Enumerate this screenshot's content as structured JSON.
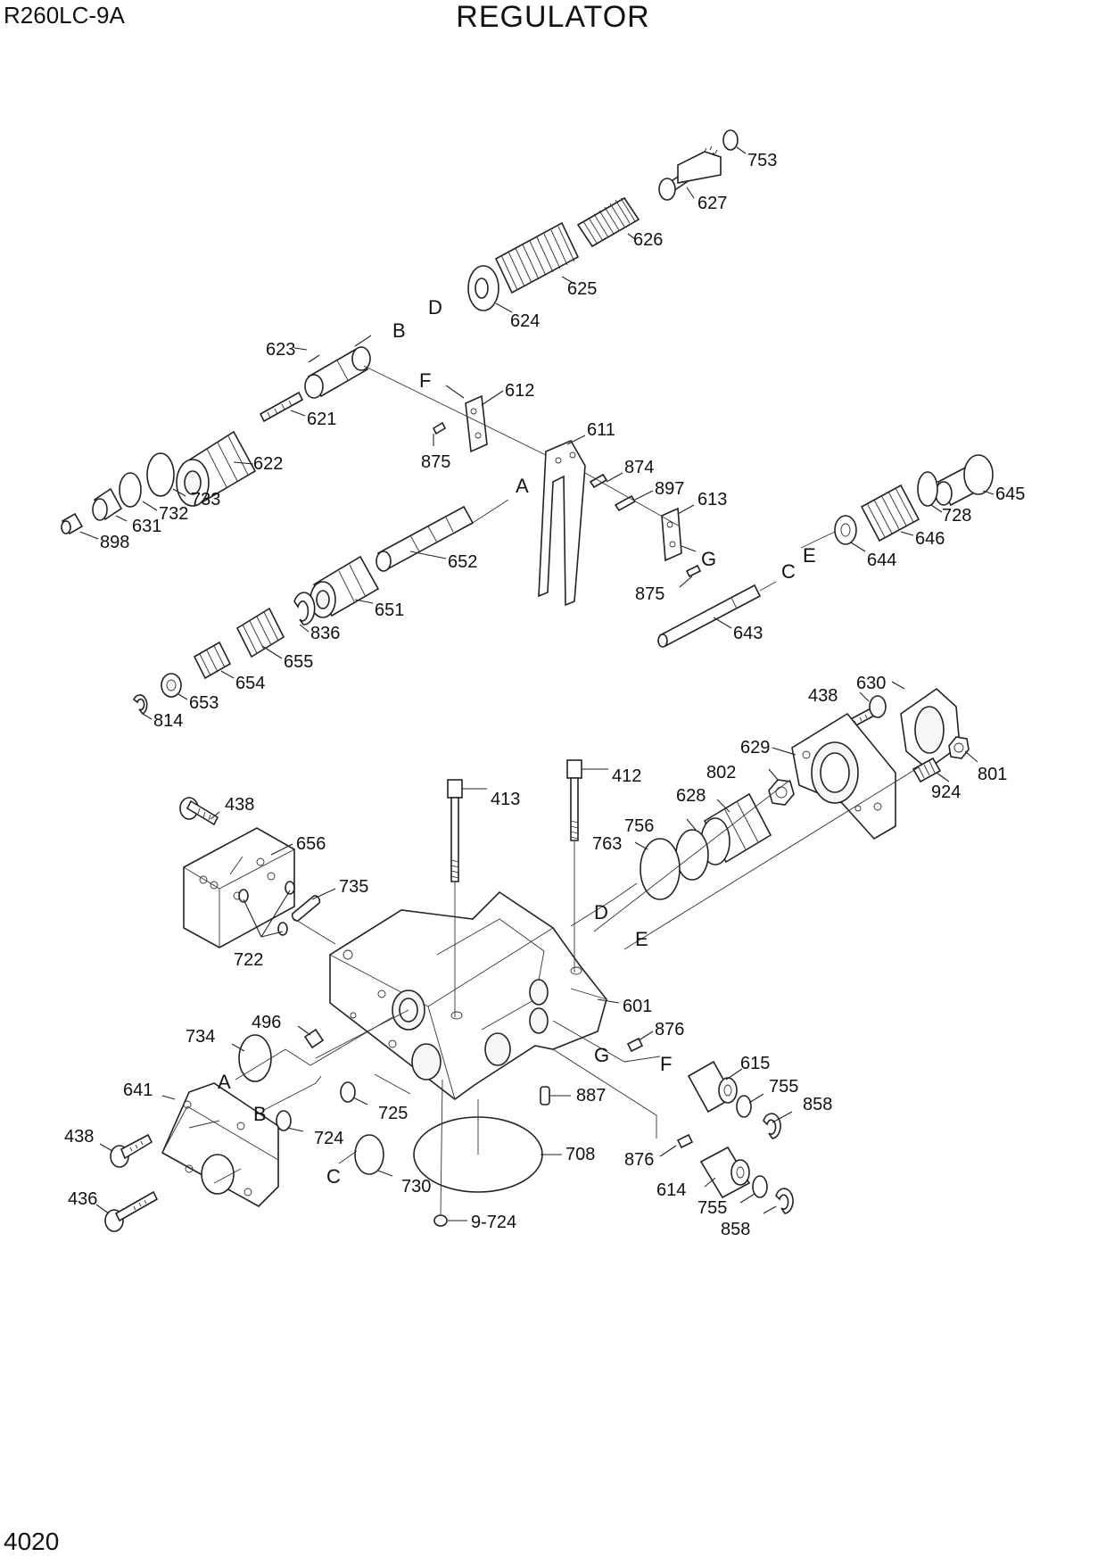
{
  "header": {
    "model": "R260LC-9A",
    "title": "REGULATOR"
  },
  "footer": {
    "page_number": "4020"
  },
  "labels": {
    "753": "753",
    "627": "627",
    "626": "626",
    "625": "625",
    "624": "624",
    "623": "623",
    "621": "621",
    "622": "622",
    "733": "733",
    "732": "732",
    "631": "631",
    "898": "898",
    "612": "612",
    "611": "611",
    "875a": "875",
    "874": "874",
    "897": "897",
    "613": "613",
    "875b": "875",
    "652": "652",
    "651": "651",
    "836": "836",
    "655": "655",
    "654": "654",
    "653": "653",
    "814": "814",
    "645": "645",
    "728": "728",
    "646": "646",
    "644": "644",
    "643": "643",
    "438a": "438",
    "630": "630",
    "629": "629",
    "802": "802",
    "801": "801",
    "924": "924",
    "628": "628",
    "756": "756",
    "763": "763",
    "412": "412",
    "413": "413",
    "438b": "438",
    "656": "656",
    "735": "735",
    "722": "722",
    "601": "601",
    "876a": "876",
    "734": "734",
    "496": "496",
    "641": "641",
    "438c": "438",
    "436": "436",
    "724": "724",
    "725": "725",
    "730": "730",
    "708": "708",
    "9724": "9-724",
    "887": "887",
    "615": "615",
    "755a": "755",
    "858a": "858",
    "876b": "876",
    "614": "614",
    "755b": "755",
    "858b": "858"
  },
  "letters": {
    "A1": "A",
    "B1": "B",
    "C1": "C",
    "D1": "D",
    "E1": "E",
    "F1": "F",
    "G1": "G",
    "A2": "A",
    "B2": "B",
    "C2": "C",
    "D2": "D",
    "E2": "E",
    "F2": "F",
    "G2": "G"
  }
}
